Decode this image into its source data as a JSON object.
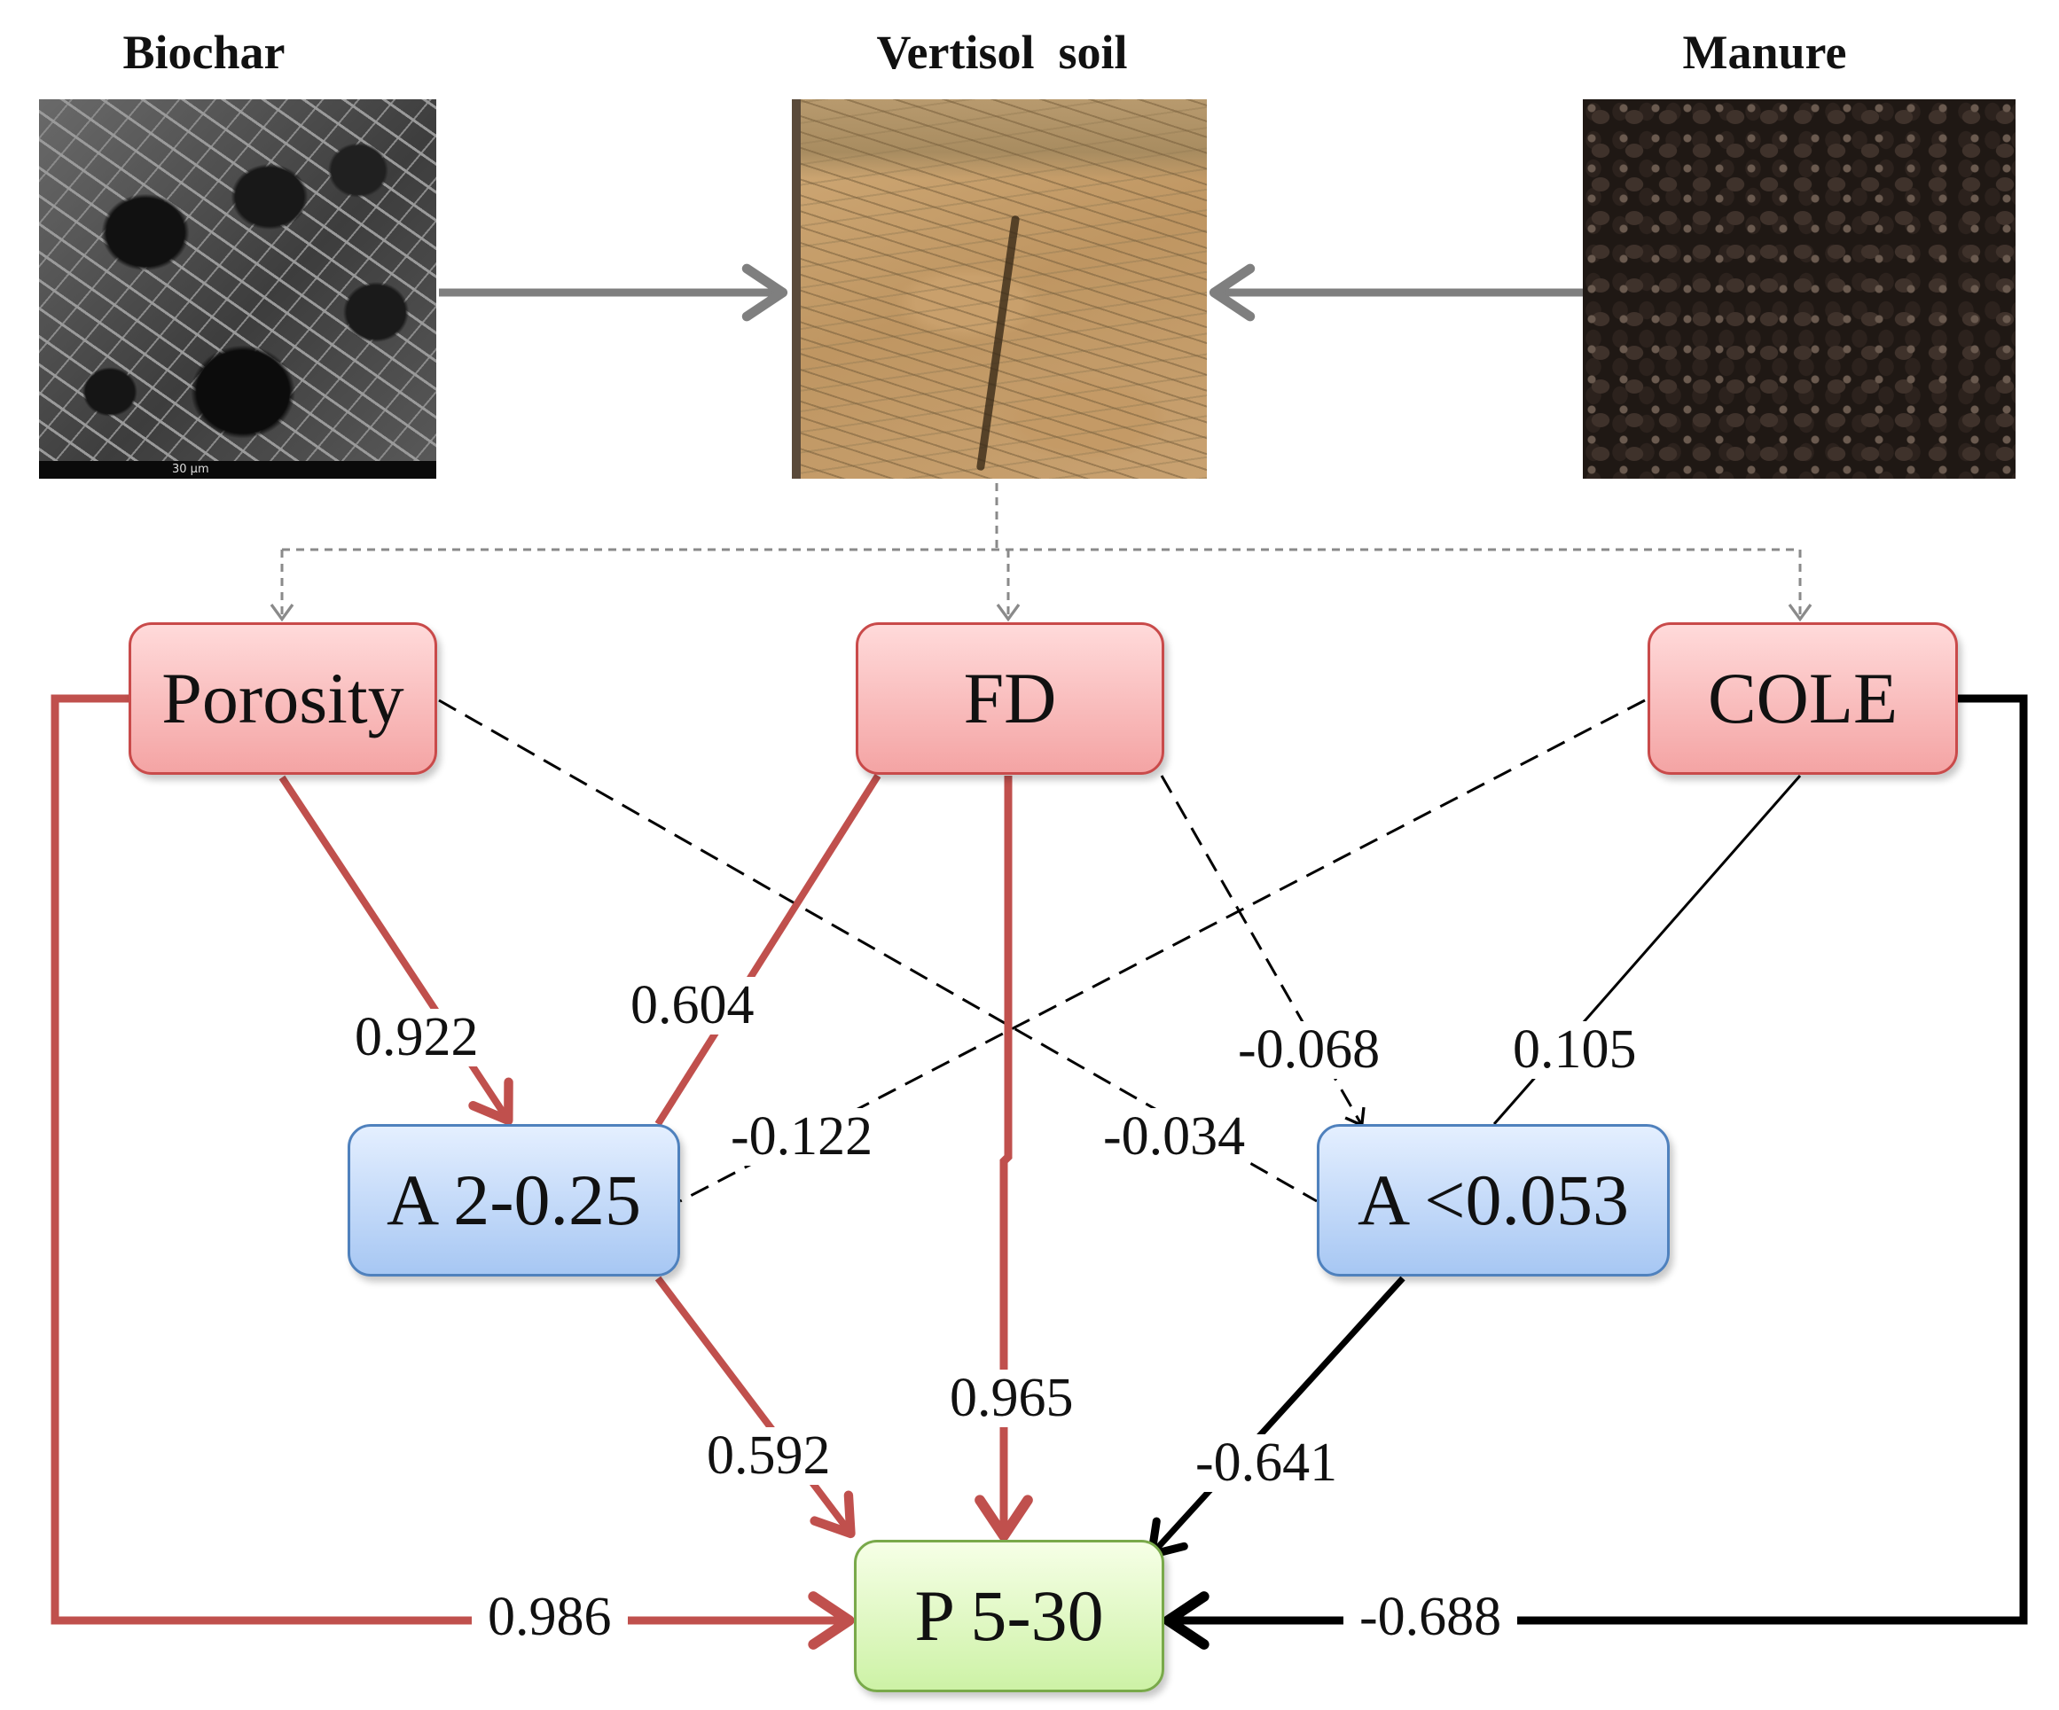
{
  "headers": {
    "biochar": "Biochar",
    "soil": "Vertisol  soil",
    "manure": "Manure"
  },
  "photos": {
    "biochar_scale": "30 μm"
  },
  "nodes": {
    "porosity": "Porosity",
    "fd": "FD",
    "cole": "COLE",
    "a_large": "A 2-0.25",
    "a_small": "A <0.053",
    "p": "P 5-30"
  },
  "coefficients": {
    "porosity_a_large": "0.922",
    "fd_a_large": "0.604",
    "cole_a_large": "-0.122",
    "fd_a_small": "-0.068",
    "porosity_a_small": "-0.034",
    "cole_a_small": "0.105",
    "a_large_p": "0.592",
    "fd_p": "0.965",
    "a_small_p": "-0.641",
    "porosity_p": "0.986",
    "cole_p": "-0.688"
  },
  "colors": {
    "positive_path": "#c0504d",
    "negative_path": "#000000",
    "input_arrow": "#7f7f7f",
    "dashed_path": "#000000"
  }
}
